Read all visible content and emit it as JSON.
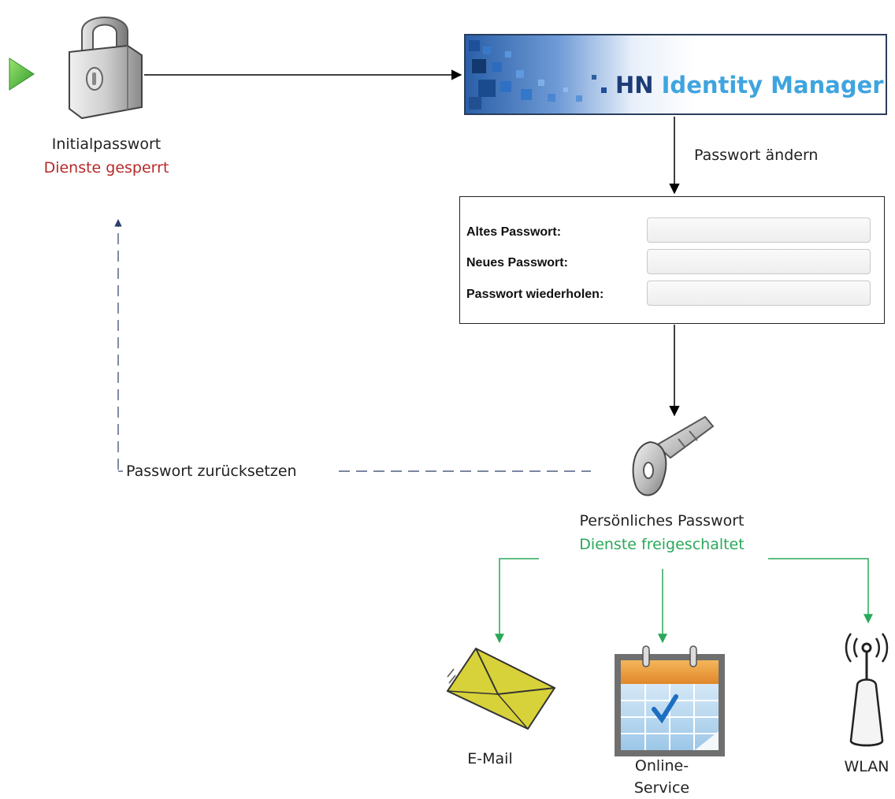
{
  "start": {
    "icon": "play-icon"
  },
  "initial": {
    "icon": "padlock-icon",
    "title": "Initialpasswort",
    "status": "Dienste gesperrt"
  },
  "banner": {
    "brand_hn": "HN",
    "brand_rest": " Identity Manager"
  },
  "change_label": "Passwort ändern",
  "form": {
    "fields": [
      {
        "label": "Altes Passwort:",
        "value": ""
      },
      {
        "label": "Neues Passwort:",
        "value": ""
      },
      {
        "label": "Passwort wiederholen:",
        "value": ""
      }
    ]
  },
  "personal": {
    "icon": "key-icon",
    "title": "Persönliches Passwort",
    "status": "Dienste freigeschaltet"
  },
  "reset_label": "Passwort zurücksetzen",
  "services": [
    {
      "icon": "envelope-icon",
      "label": "E-Mail"
    },
    {
      "icon": "calendar-icon",
      "label": "Online-\nService"
    },
    {
      "icon": "wlan-router-icon",
      "label": "WLAN"
    }
  ],
  "colors": {
    "locked": "#b52a2a",
    "unlocked": "#2aa85a",
    "connector": "#000000",
    "reset_connector": "#2b3f6b"
  }
}
